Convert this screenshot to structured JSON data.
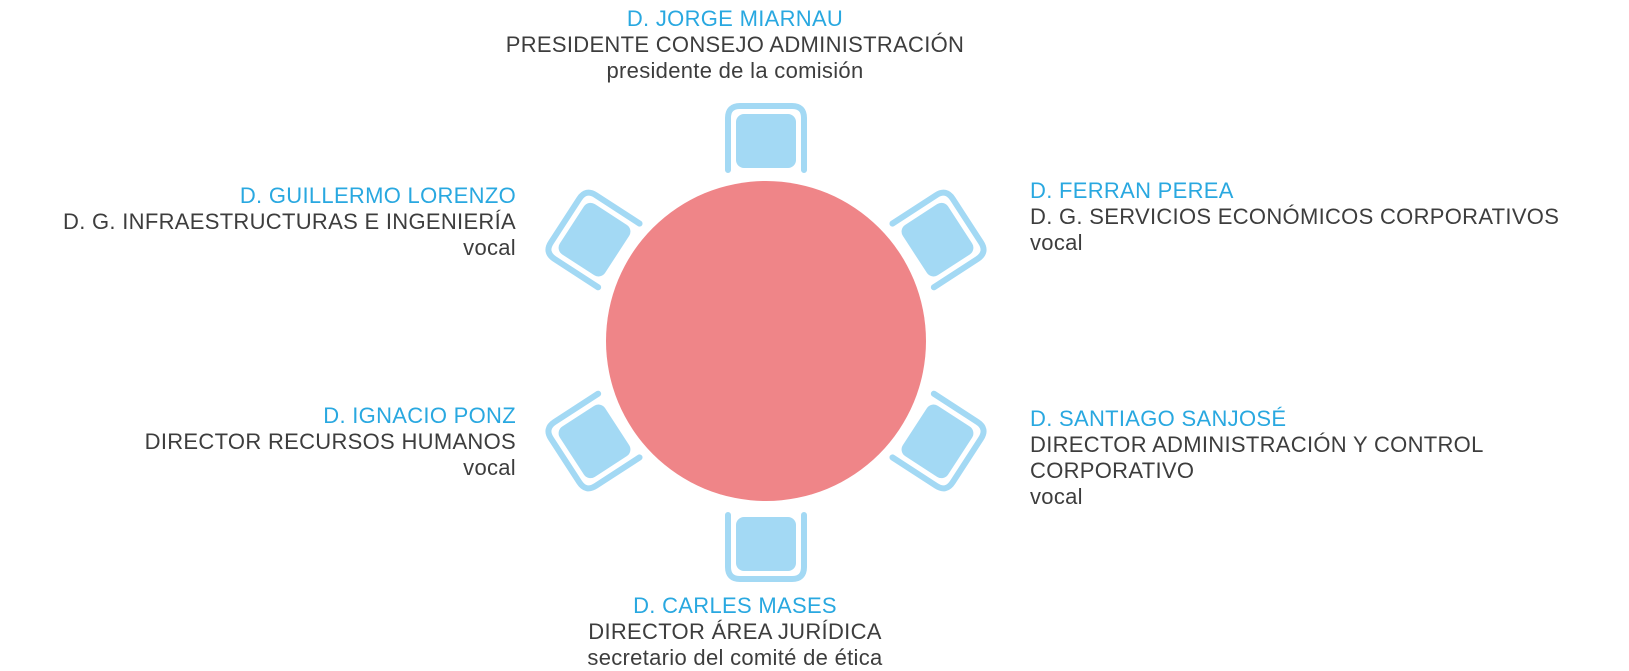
{
  "colors": {
    "name": "#29a8e0",
    "text": "#3d3d3d",
    "table": "#ef8588",
    "chair": "#a3d9f4"
  },
  "members": {
    "top": {
      "name": "D. JORGE MIARNAU",
      "position": "PRESIDENTE CONSEJO ADMINISTRACIÓN",
      "role": "presidente de la comisión"
    },
    "top_left": {
      "name": "D. GUILLERMO LORENZO",
      "position": "D. G. INFRAESTRUCTURAS E INGENIERÍA",
      "role": "vocal"
    },
    "top_right": {
      "name": "D. FERRAN PEREA",
      "position": "D. G. SERVICIOS ECONÓMICOS CORPORATIVOS",
      "role": "vocal"
    },
    "bottom_left": {
      "name": "D. IGNACIO PONZ",
      "position": "DIRECTOR RECURSOS HUMANOS",
      "role": "vocal"
    },
    "bottom_right": {
      "name": "D. SANTIAGO SANJOSÉ",
      "position": "DIRECTOR ADMINISTRACIÓN Y CONTROL CORPORATIVO",
      "role": "vocal"
    },
    "bottom": {
      "name": "D. CARLES MASES",
      "position": "DIRECTOR ÁREA JURÍDICA",
      "role": "secretario del comité de ética"
    }
  }
}
